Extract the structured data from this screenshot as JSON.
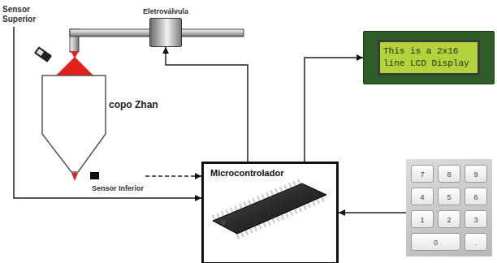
{
  "diagram": {
    "nodes": [
      {
        "text": [
          "Sensor Superior"
        ]
      },
      {
        "text": [
          "Eletroválvula"
        ]
      },
      {
        "text": [
          "copo Zhan"
        ]
      },
      {
        "text": [
          "This is a 2x16 line LCD Display"
        ]
      },
      {
        "text": [
          "Sensor Inferior"
        ]
      },
      {
        "text": [
          "Microcontrolador"
        ]
      },
      {
        "text": [
          "7",
          "8",
          "9",
          "4",
          "5",
          "6",
          "1",
          "2",
          "3",
          "0",
          "."
        ]
      }
    ],
    "edges": [
      {
        "from": 0,
        "to": 5,
        "arrow": "to"
      },
      {
        "from": 4,
        "to": 5,
        "arrow": "to"
      },
      {
        "from": 5,
        "to": 1,
        "arrow": "to"
      },
      {
        "from": 5,
        "to": 3,
        "arrow": "to"
      },
      {
        "from": 6,
        "to": 5,
        "arrow": "to"
      }
    ]
  }
}
